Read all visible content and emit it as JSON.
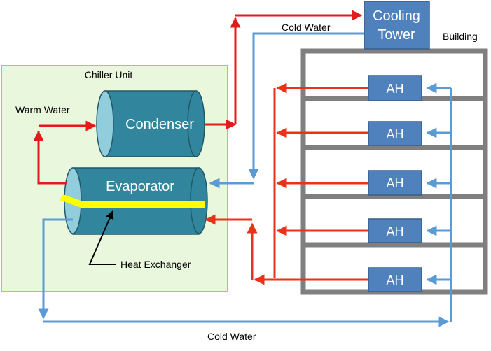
{
  "labels": {
    "chiller_unit": "Chiller Unit",
    "building": "Building",
    "warm_water": "Warm Water",
    "cold_water_top": "Cold Water",
    "cold_water_bottom": "Cold Water",
    "heat_exchanger": "Heat Exchanger"
  },
  "components": {
    "condenser": "Condenser",
    "evaporator": "Evaporator",
    "cooling_tower_line1": "Cooling",
    "cooling_tower_line2": "Tower"
  },
  "air_handlers": [
    "AH",
    "AH",
    "AH",
    "AH",
    "AH"
  ],
  "colors": {
    "warm_line": "#e8331a",
    "hot_line": "#e31b1b",
    "cold_line": "#5b9bd5",
    "chiller_border": "#7fe05a",
    "chiller_fill": "#e9f7dc",
    "building_frame": "#7f7f7f",
    "box_fill": "#4f81bd",
    "box_border": "#385d8a",
    "cylinder_fill": "#31859c",
    "cylinder_end": "#92cddc",
    "heat_exchanger": "#ffff00"
  }
}
